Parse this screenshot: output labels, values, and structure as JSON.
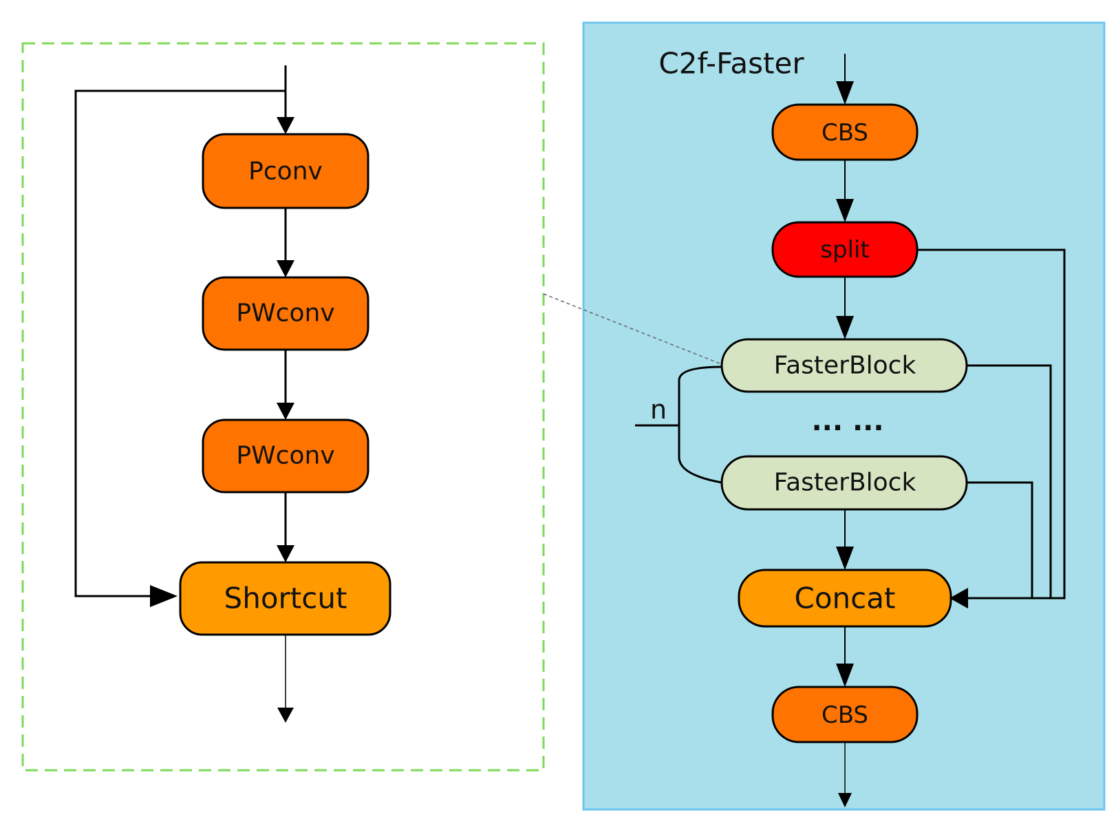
{
  "left_panel": {
    "nodes": {
      "pconv": "Pconv",
      "pwconv_1": "PWconv",
      "pwconv_2": "PWconv",
      "shortcut": "Shortcut"
    }
  },
  "right_panel": {
    "title": "C2f-Faster",
    "nodes": {
      "cbs_top": "CBS",
      "split": "split",
      "fasterblock_1": "FasterBlock",
      "ellipsis": "... ...",
      "fasterblock_n": "FasterBlock",
      "concat": "Concat",
      "cbs_bottom": "CBS"
    },
    "repeat_label": "n"
  },
  "colors": {
    "panel_background": "#a8dfea",
    "panel_border": "#6ec6ee",
    "dashed_border": "#7ed957",
    "node_orange": "#ff7400",
    "node_light_orange": "#ff9a00",
    "node_red": "#ff0000",
    "node_green": "#d6e4c2"
  }
}
